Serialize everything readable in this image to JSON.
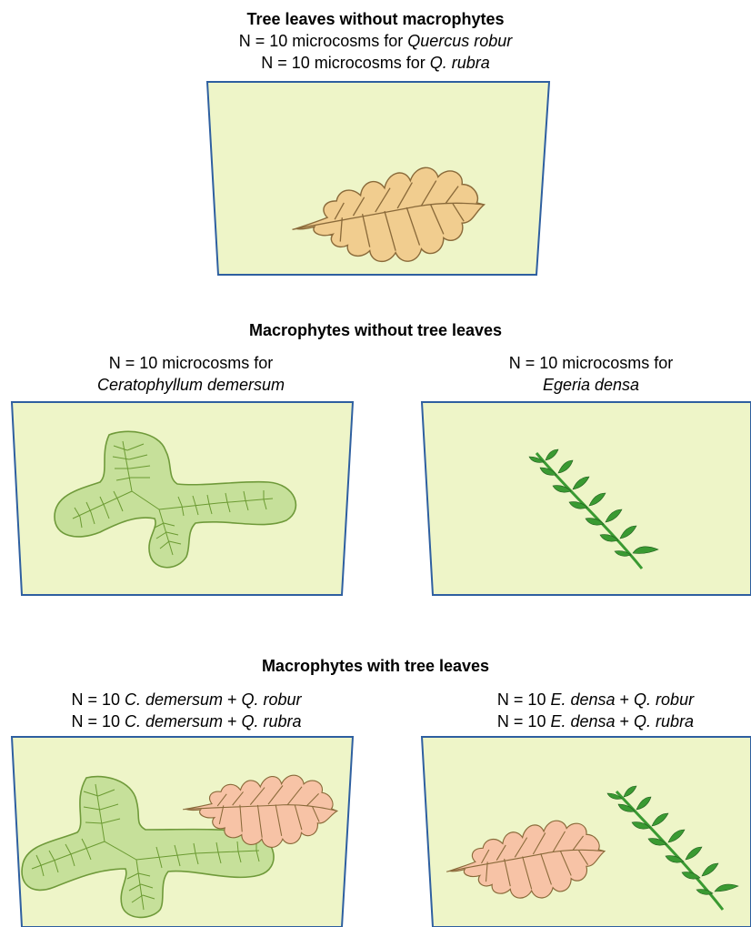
{
  "sections": {
    "top": {
      "title": "Tree leaves without macrophytes",
      "line1": {
        "pre": "N = 10 microcosms for ",
        "it": "Quercus robur"
      },
      "line2": {
        "pre": "N = 10 microcosms for ",
        "it": "Q. rubra"
      }
    },
    "middle": {
      "title": "Macrophytes without tree leaves",
      "left": {
        "line1": "N = 10 microcosms for",
        "line2": "Ceratophyllum demersum"
      },
      "right": {
        "line1": "N = 10 microcosms for",
        "line2": "Egeria densa"
      }
    },
    "bottom": {
      "title": "Macrophytes with tree leaves",
      "left": {
        "line1": {
          "a": "N = 10 ",
          "b": "C. demersum",
          "c": " + ",
          "d": "Q. robur"
        },
        "line2": {
          "a": "N = 10 ",
          "b": "C. demersum",
          "c": " + ",
          "d": "Q. rubra"
        }
      },
      "right": {
        "line1": {
          "a": "N = 10 ",
          "b": "E. densa",
          "c": " + ",
          "d": "Q. robur"
        },
        "line2": {
          "a": "N = 10 ",
          "b": "E. densa",
          "c": " + ",
          "d": "Q. rubra"
        }
      }
    }
  },
  "colors": {
    "tank_fill": "#eef5c8",
    "tank_stroke": "#2e5fa0",
    "quercus_robur_leaf": "#f1cd8f",
    "quercus_rubra_leaf": "#f7c3a6",
    "ceratophyllum": "#c6e09a",
    "egeria": "#3a9a32"
  }
}
